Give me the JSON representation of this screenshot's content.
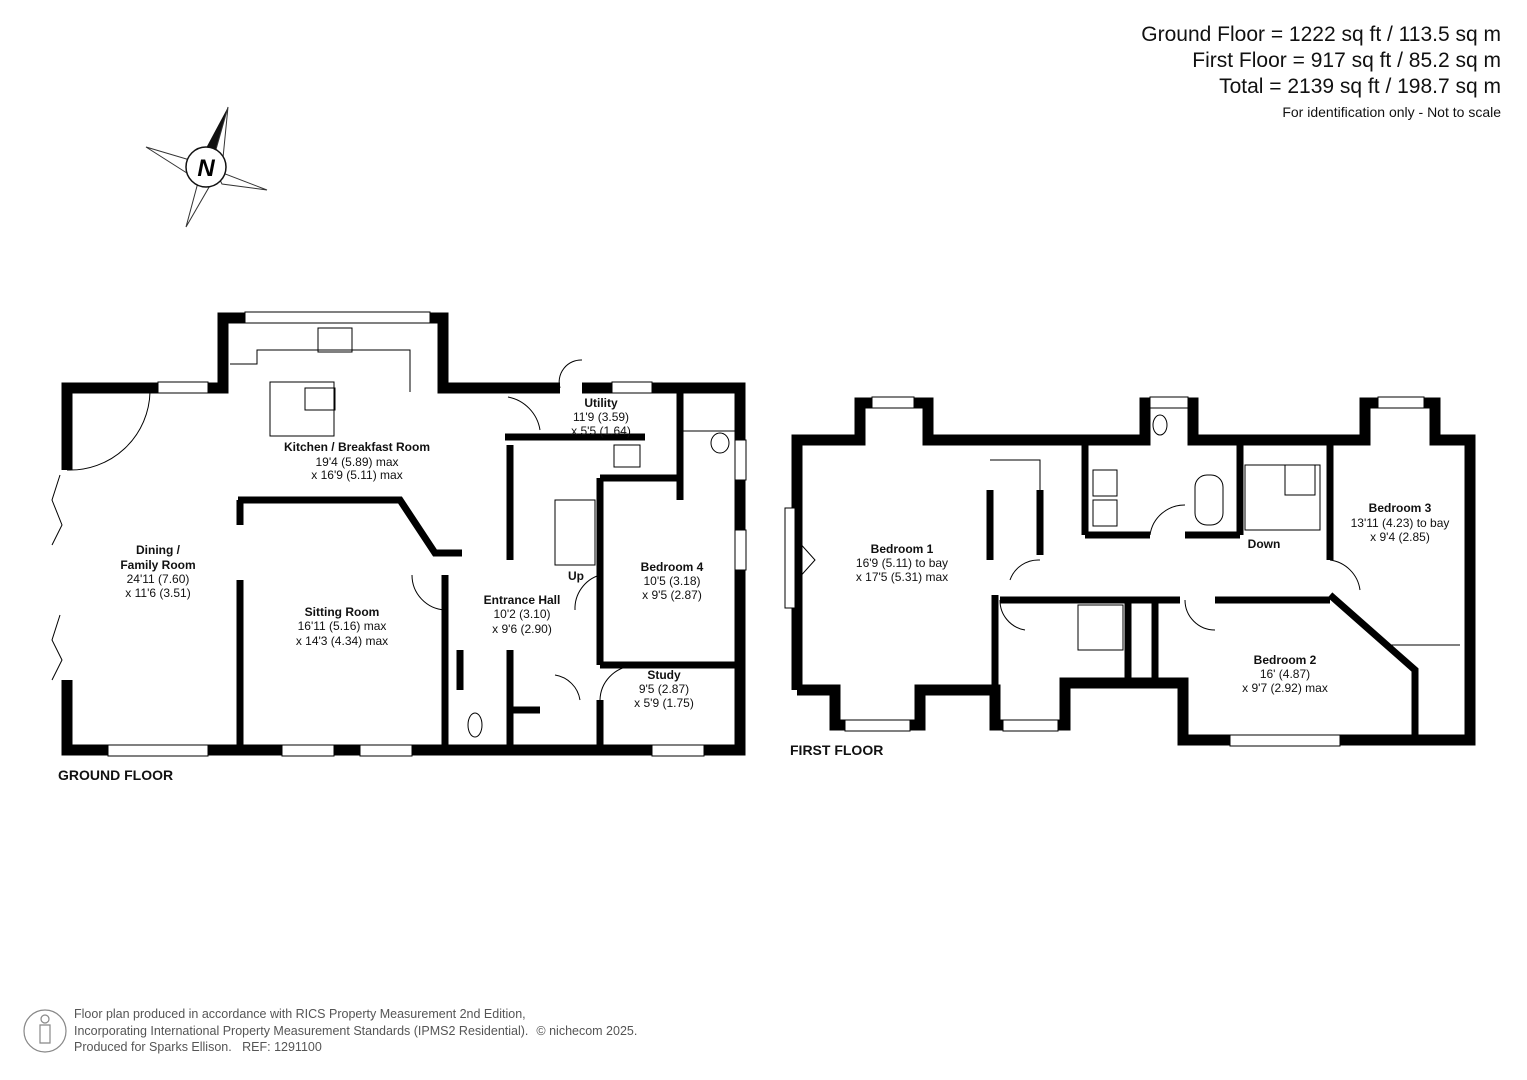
{
  "areas": {
    "ground": "Ground Floor = 1222 sq ft / 113.5 sq m",
    "first": "First Floor = 917 sq ft / 85.2 sq m",
    "total": "Total = 2139 sq ft / 198.7 sq m",
    "note": "For identification only - Not to scale"
  },
  "compass": {
    "letter": "N",
    "icon": "compass-rose-icon"
  },
  "ground_floor": {
    "label": "GROUND FLOOR",
    "rooms": [
      {
        "name": "Kitchen / Breakfast Room",
        "dim1": "19'4 (5.89) max",
        "dim2": "x 16'9 (5.11) max"
      },
      {
        "name": "Utility",
        "dim1": "11'9 (3.59)",
        "dim2": "x 5'5 (1.64)"
      },
      {
        "name": "Dining /",
        "name2": "Family Room",
        "dim1": "24'11 (7.60)",
        "dim2": "x 11'6 (3.51)"
      },
      {
        "name": "Sitting Room",
        "dim1": "16'11 (5.16) max",
        "dim2": "x 14'3 (4.34) max"
      },
      {
        "name": "Entrance Hall",
        "dim1": "10'2 (3.10)",
        "dim2": "x 9'6 (2.90)"
      },
      {
        "name": "Bedroom 4",
        "dim1": "10'5 (3.18)",
        "dim2": "x 9'5 (2.87)"
      },
      {
        "name": "Study",
        "dim1": "9'5 (2.87)",
        "dim2": "x 5'9 (1.75)"
      }
    ],
    "stairs": "Up"
  },
  "first_floor": {
    "label": "FIRST FLOOR",
    "rooms": [
      {
        "name": "Bedroom 1",
        "dim1": "16'9 (5.11) to bay",
        "dim2": "x 17'5 (5.31) max"
      },
      {
        "name": "Bedroom 3",
        "dim1": "13'11 (4.23) to bay",
        "dim2": "x 9'4 (2.85)"
      },
      {
        "name": "Bedroom 2",
        "dim1": "16' (4.87)",
        "dim2": "x 9'7 (2.92) max"
      }
    ],
    "stairs": "Down"
  },
  "footer": {
    "line1": "Floor plan produced in accordance with RICS Property Measurement 2nd Edition,",
    "line2": "Incorporating International Property Measurement Standards (IPMS2 Residential).",
    "brand": "© nichecom 2025.",
    "line3": "Produced for Sparks Ellison.   REF: 1291100",
    "icon": "person-icon"
  }
}
